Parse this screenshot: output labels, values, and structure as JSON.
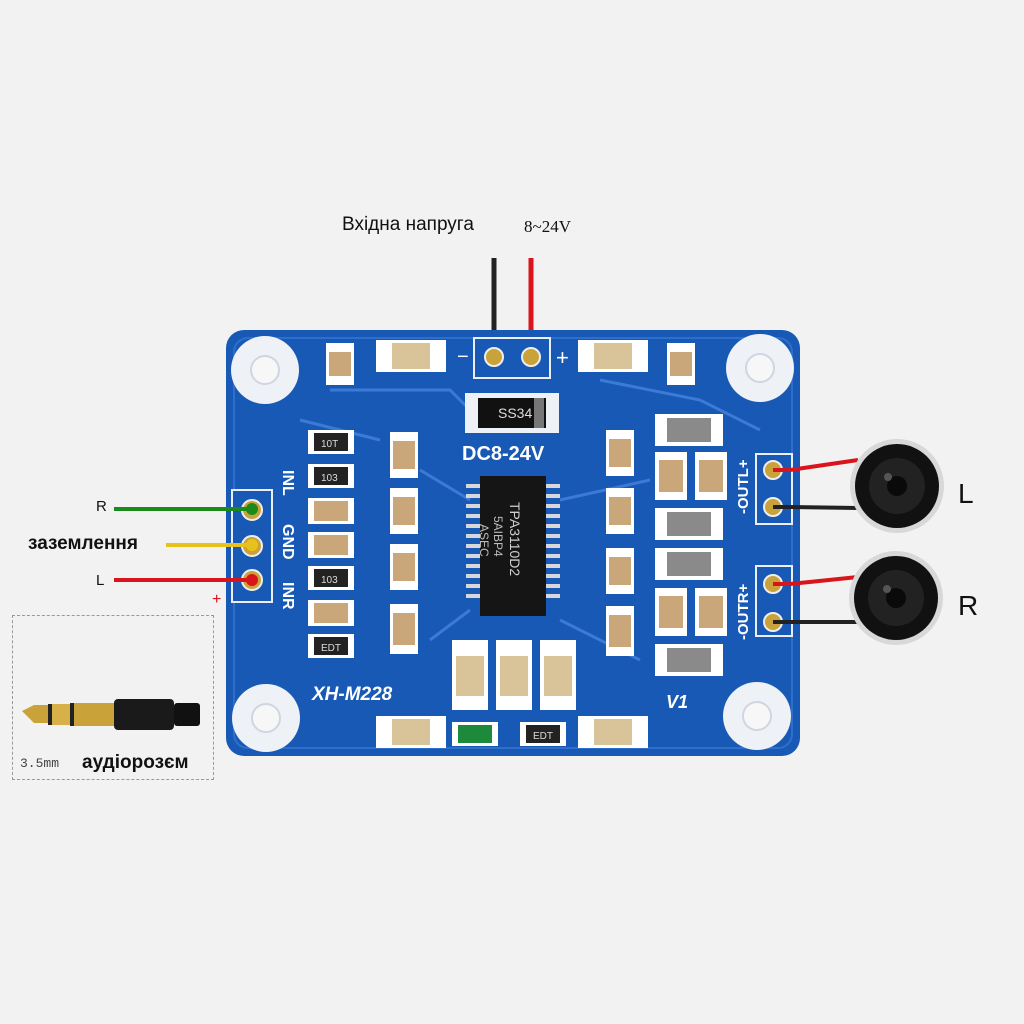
{
  "power": {
    "title": "Вхідна напруга",
    "range": "8~24V",
    "minus": "−",
    "plus": "+"
  },
  "board": {
    "model": "XH-M228",
    "voltage": "DC8-24V",
    "version": "V1",
    "chip_lines": [
      "TPA3110D2",
      "5AIBP4",
      "ASEC"
    ],
    "diode": "SS34",
    "input_labels": [
      "INL",
      "GND",
      "INR"
    ],
    "out_labels": [
      "-OUTL+",
      "-OUTR+"
    ],
    "resistor_labels": [
      "10T",
      "103",
      "103",
      "EDT",
      "EDT"
    ]
  },
  "inputs": {
    "r": "R",
    "gnd": "заземлення",
    "l": "L",
    "plus": "+"
  },
  "outputs": {
    "l": "L",
    "r": "R"
  },
  "jack": {
    "size": "3.5mm",
    "title": "аудіорозєм"
  },
  "colors": {
    "board": "#1859b5",
    "wire_red": "#d9141b",
    "wire_green": "#1a8a1a",
    "wire_yellow": "#e8c21c",
    "wire_black": "#222222"
  }
}
